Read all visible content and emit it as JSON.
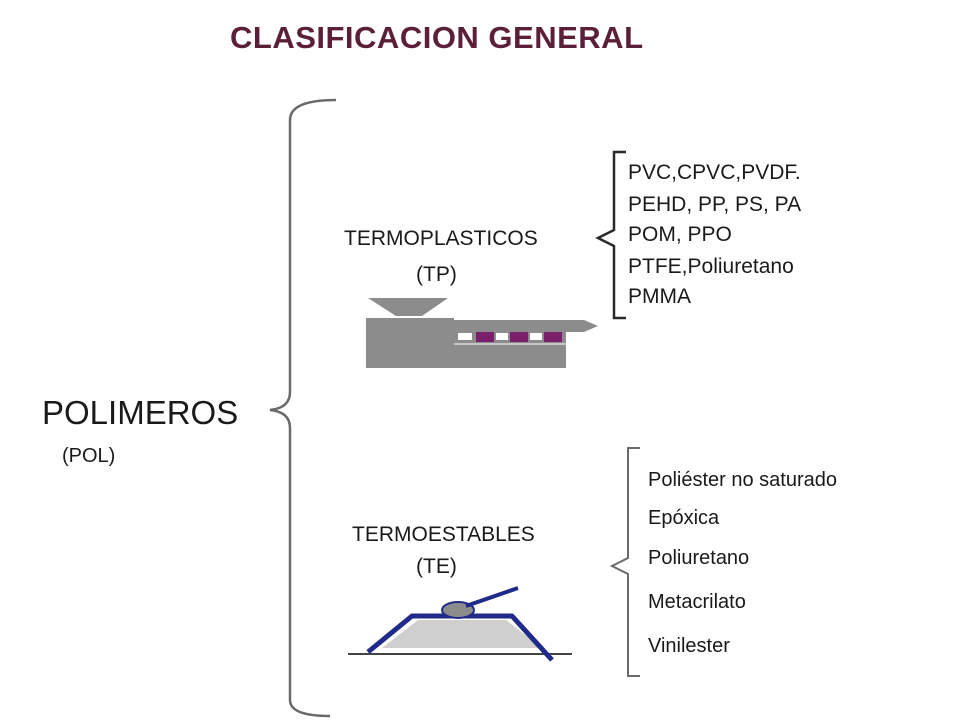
{
  "title": "CLASIFICACION GENERAL",
  "root": {
    "label": "POLIMEROS",
    "abbr": "(POL)"
  },
  "thermoplastics": {
    "label": "TERMOPLASTICOS",
    "abbr": "(TP)",
    "items": [
      "PVC,CPVC,PVDF.",
      "PEHD, PP, PS, PA",
      "POM, PPO",
      "PTFE,Poliuretano",
      "PMMA"
    ]
  },
  "thermosets": {
    "label": "TERMOESTABLES",
    "abbr": "(TE)",
    "items": [
      "Poliéster no saturado",
      "Epóxica",
      "Poliuretano",
      "Metacrilato",
      "Vinilester"
    ]
  },
  "colors": {
    "title": "#5c1f38",
    "text": "#1a1a1a",
    "bracket": "#6a6a6a",
    "machine_gray": "#8c8c8c",
    "machine_purple": "#7a1f6a",
    "mold_blue": "#1f2a8a",
    "mold_fill": "#cfcfcf"
  },
  "icons": {
    "thermoplastic": "injection-molding-machine-icon",
    "thermoset": "open-mold-roller-icon"
  }
}
